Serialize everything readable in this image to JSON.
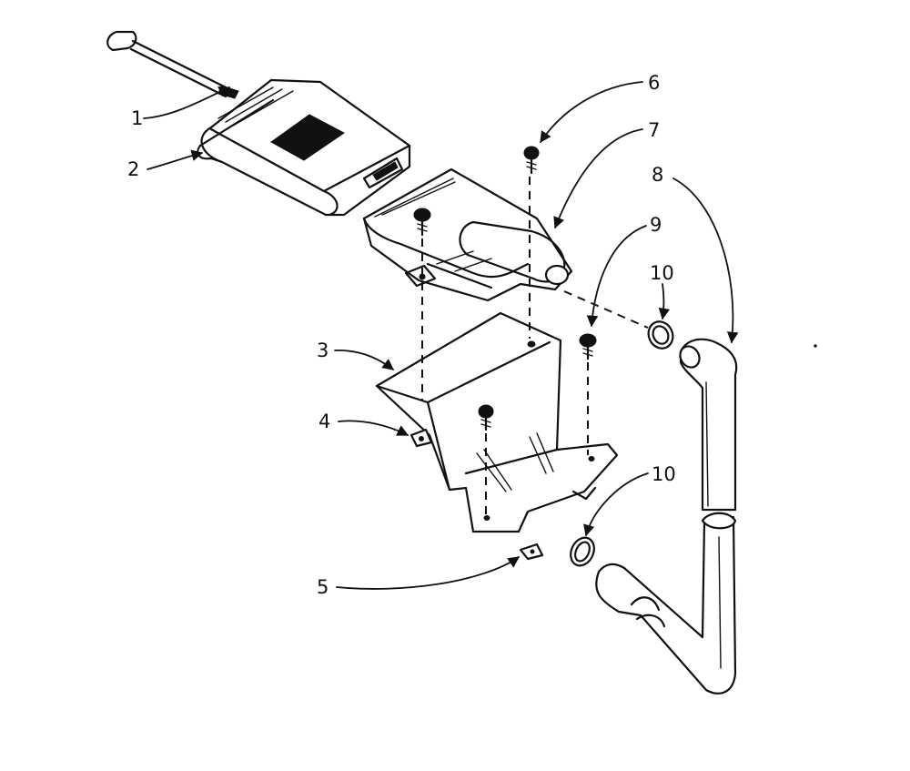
{
  "callouts": [
    {
      "id": "1",
      "label": "1"
    },
    {
      "id": "2",
      "label": "2"
    },
    {
      "id": "3",
      "label": "3"
    },
    {
      "id": "4",
      "label": "4"
    },
    {
      "id": "5",
      "label": "5"
    },
    {
      "id": "6",
      "label": "6"
    },
    {
      "id": "7",
      "label": "7"
    },
    {
      "id": "8",
      "label": "8"
    },
    {
      "id": "9",
      "label": "9"
    },
    {
      "id": "10a",
      "label": "10"
    },
    {
      "id": "10b",
      "label": "10"
    }
  ]
}
